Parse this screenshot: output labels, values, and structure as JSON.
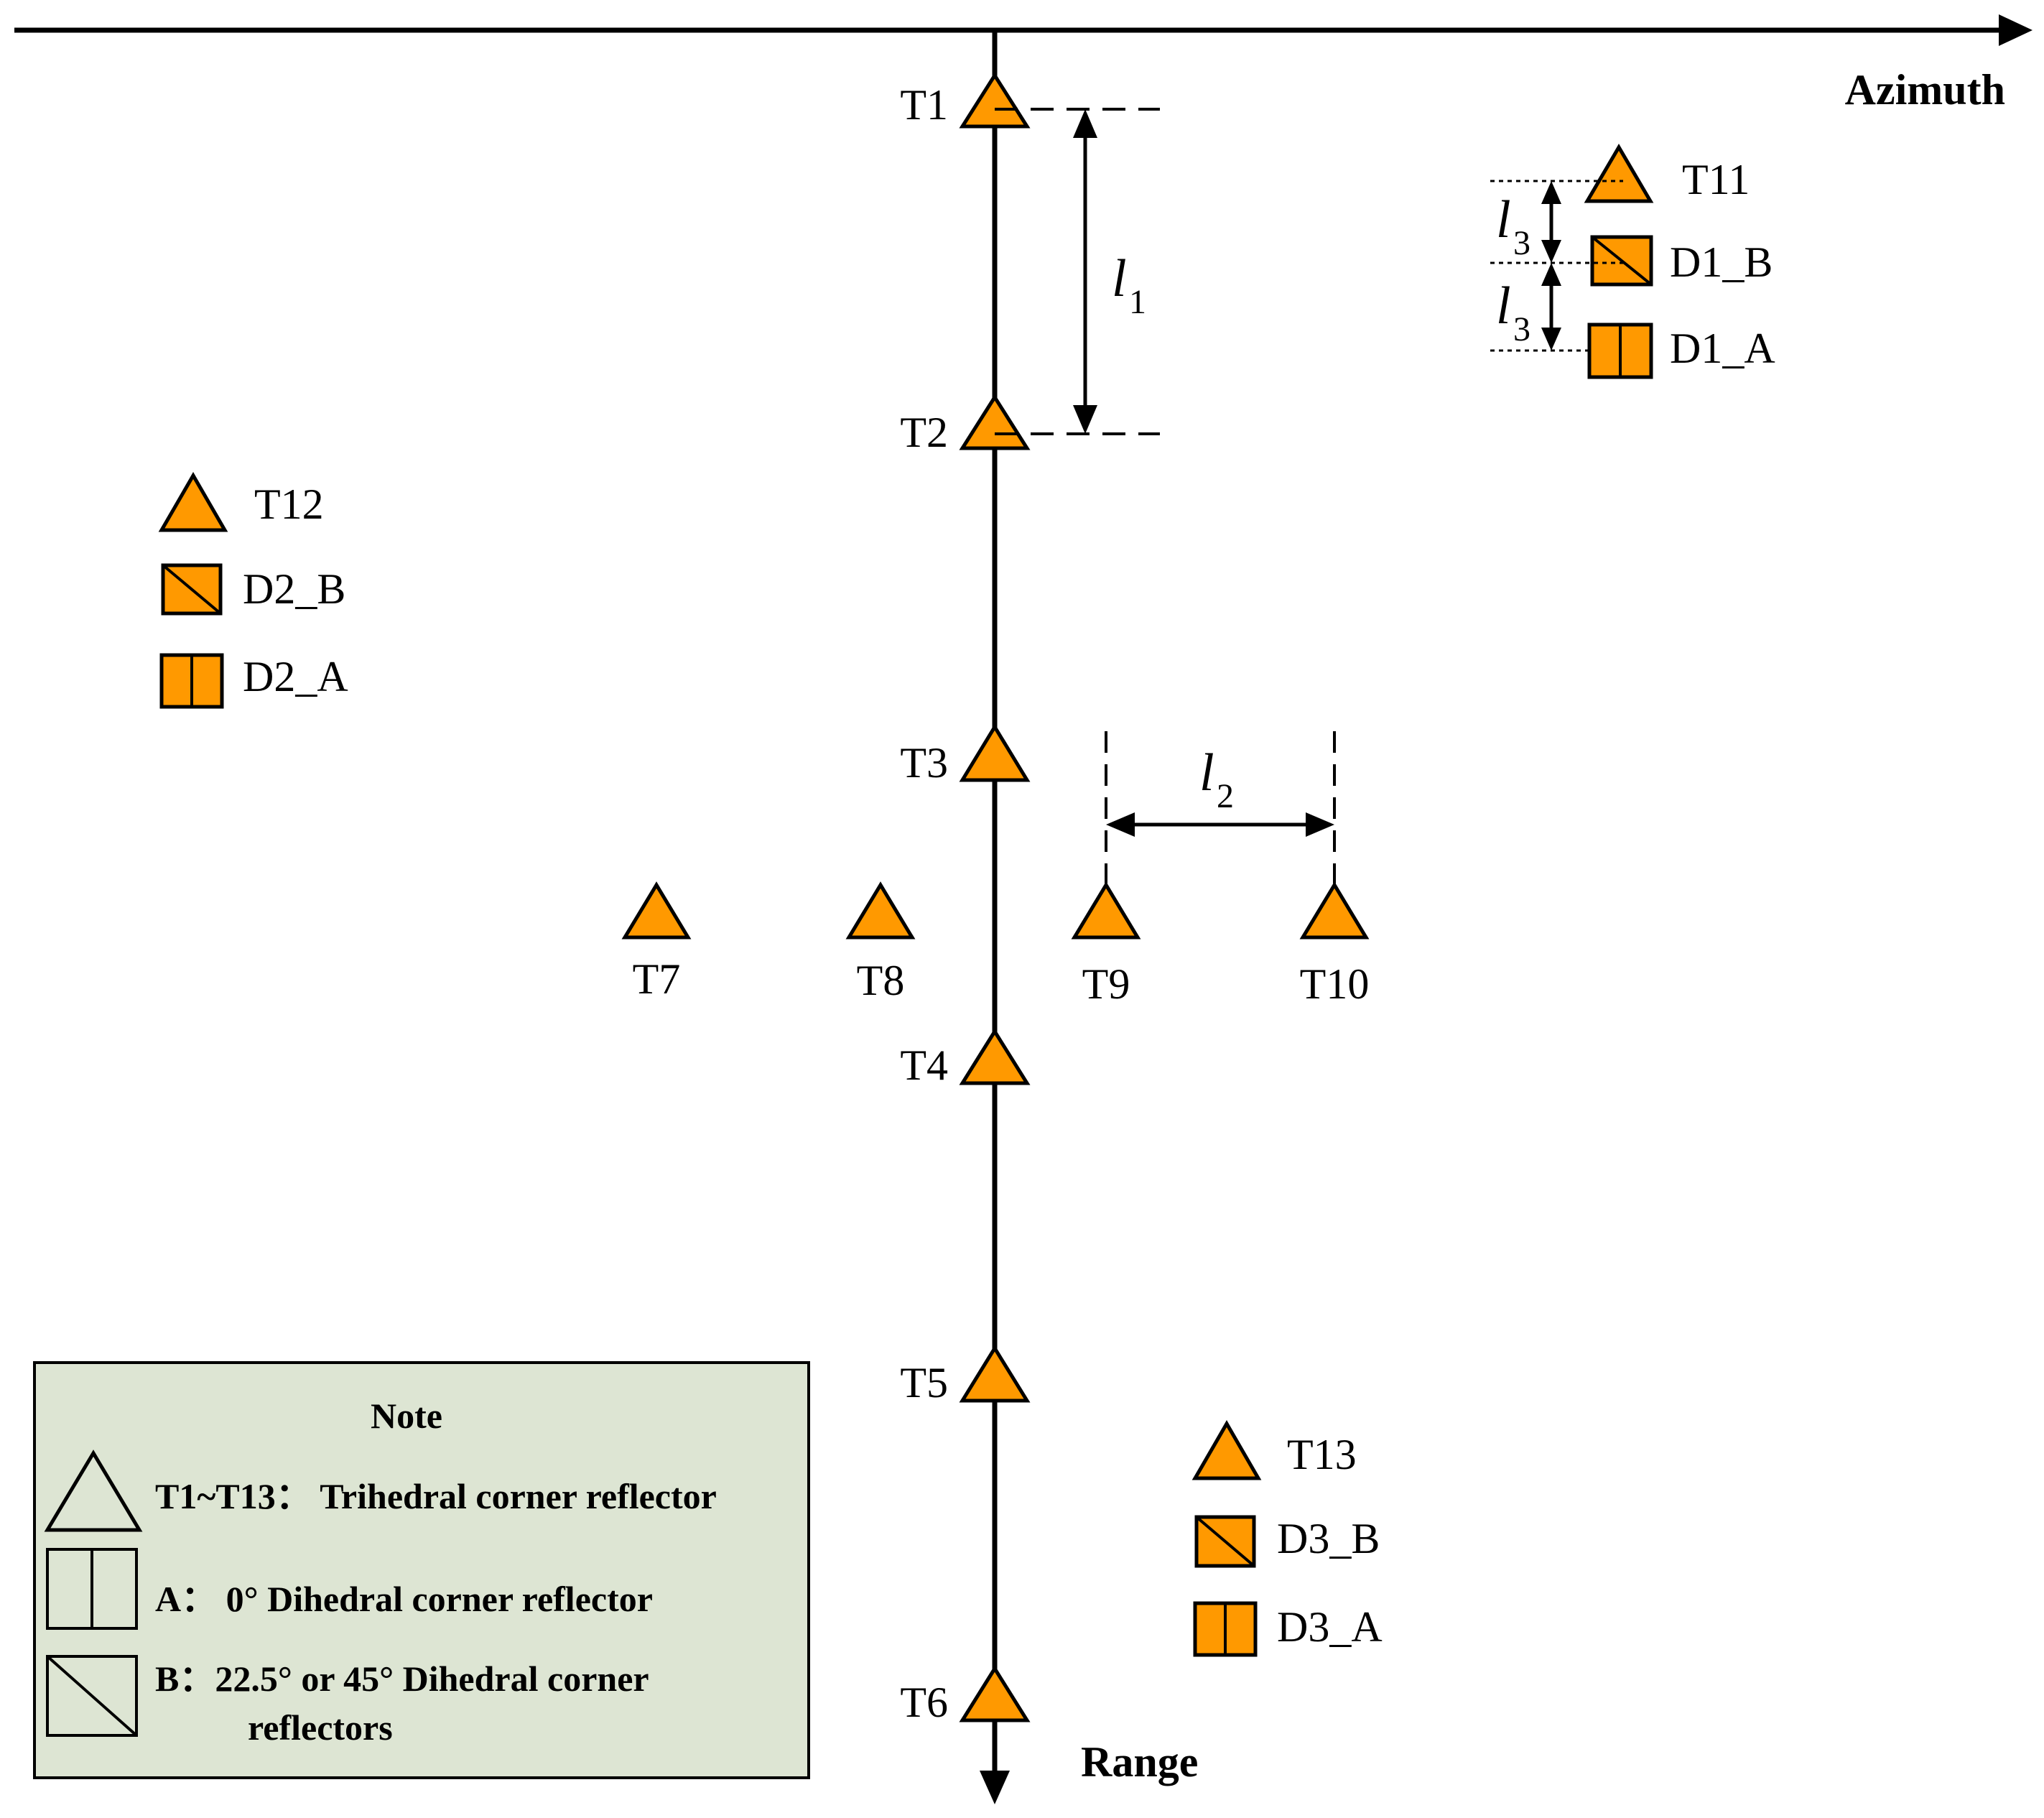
{
  "axes": {
    "azimuth_label": "Azimuth",
    "range_label": "Range"
  },
  "colors": {
    "reflector_fill": "#FF9900",
    "stroke": "#000000",
    "note_background": "#DDE5D3"
  },
  "targets": {
    "T1": "T1",
    "T2": "T2",
    "T3": "T3",
    "T4": "T4",
    "T5": "T5",
    "T6": "T6",
    "T7": "T7",
    "T8": "T8",
    "T9": "T9",
    "T10": "T10",
    "T11": "T11",
    "T12": "T12",
    "T13": "T13"
  },
  "dihedrals": {
    "D1_B": "D1_B",
    "D1_A": "D1_A",
    "D2_B": "D2_B",
    "D2_A": "D2_A",
    "D3_B": "D3_B",
    "D3_A": "D3_A"
  },
  "distances": {
    "l1": {
      "symbol": "l",
      "subscript": "1"
    },
    "l2": {
      "symbol": "l",
      "subscript": "2"
    },
    "l3": {
      "symbol": "l",
      "subscript": "3"
    }
  },
  "note": {
    "title": "Note",
    "trihedral": "T1~T13：  Trihedral corner reflector",
    "dihedral_a": "A：   0° Dihedral corner reflector",
    "dihedral_b_line1": "B：22.5° or 45° Dihedral corner",
    "dihedral_b_line2": "reflectors"
  }
}
